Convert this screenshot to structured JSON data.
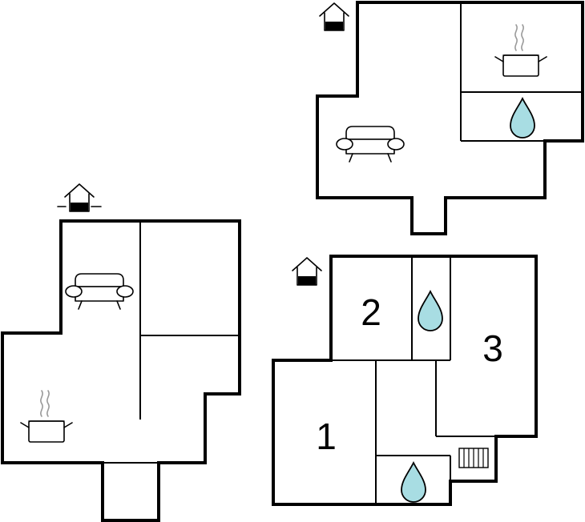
{
  "plans": {
    "top_right": {
      "icons": [
        "entrance-icon",
        "sofa-icon",
        "kitchen-pot-icon",
        "water-drop-icon"
      ]
    },
    "left": {
      "icons": [
        "entrance-icon",
        "sofa-icon",
        "kitchen-pot-icon"
      ]
    },
    "bottom_right": {
      "icons": [
        "entrance-icon",
        "water-drop-icon",
        "water-drop-icon",
        "radiator-icon"
      ],
      "rooms": {
        "one": "1",
        "two": "2",
        "three": "3"
      }
    }
  },
  "colors": {
    "wall": "#000000",
    "water": "#a8dde3",
    "steam": "#999999"
  }
}
